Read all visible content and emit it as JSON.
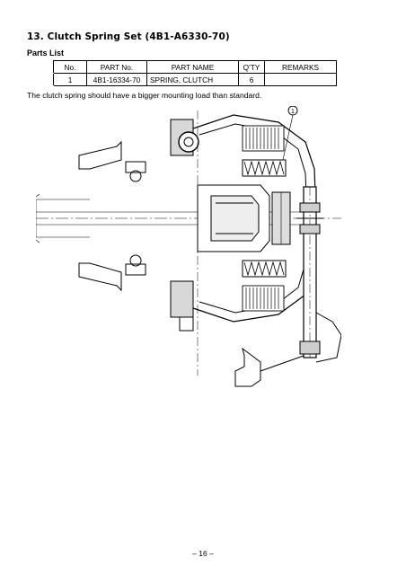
{
  "section_title": "13.  Clutch Spring Set (4B1-A6330-70)",
  "parts_list_heading": "Parts List",
  "table": {
    "headers": [
      "No.",
      "PART No.",
      "PART NAME",
      "Q'TY",
      "REMARKS"
    ],
    "rows": [
      {
        "no": "1",
        "part_no": "4B1-16334-70",
        "part_name": "SPRING, CLUTCH",
        "qty": "6",
        "remarks": ""
      }
    ]
  },
  "note": "The clutch spring should have a bigger mounting load than standard.",
  "callout_number": "1",
  "page_number": "– 16 –"
}
